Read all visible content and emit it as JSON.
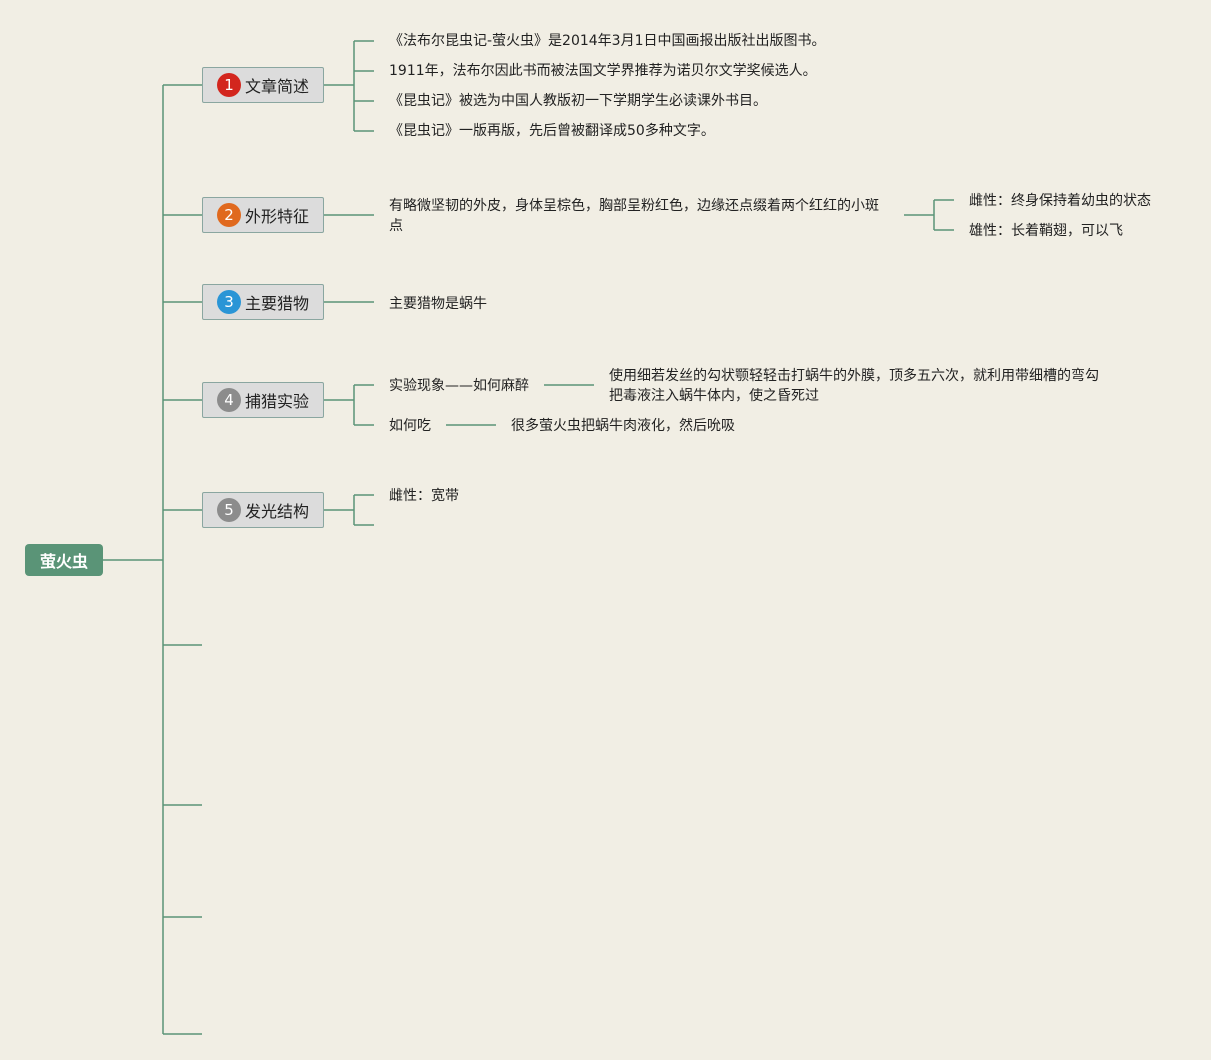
{
  "root": {
    "label": "萤火虫"
  },
  "colors": {
    "line": "#5a9477",
    "root_bg": "#5a9477",
    "branch_bg": "#dcdcdc",
    "background": "#f1eee4"
  },
  "branches": [
    {
      "num": "1",
      "num_color": "#d3261e",
      "label": "文章简述",
      "children": [
        "《法布尔昆虫记-萤火虫》是2014年3月1日中国画报出版社出版图书。",
        "1911年，法布尔因此书而被法国文学界推荐为诺贝尔文学奖候选人。",
        "《昆虫记》被选为中国人教版初一下学期学生必读课外书目。",
        "《昆虫记》一版再版，先后曾被翻译成50多种文字。"
      ]
    },
    {
      "num": "2",
      "num_color": "#e0691e",
      "label": "外形特征",
      "children": [
        "有略微坚韧的外皮，身体呈棕色，胸部呈粉红色，边缘还点缀着两个红红的小斑点"
      ],
      "grandchildren": [
        "雌性：终身保持着幼虫的状态",
        "雄性：长着鞘翅，可以飞"
      ]
    },
    {
      "num": "3",
      "num_color": "#2a95d6",
      "label": "主要猎物",
      "children": [
        "主要猎物是蜗牛"
      ]
    },
    {
      "num": "4",
      "num_color": "#8c8c8c",
      "label": "捕猎实验",
      "children": [
        "实验现象——如何麻醉",
        "如何吃"
      ],
      "grandchildren": [
        "使用细若发丝的勾状颚轻轻击打蜗牛的外膜，顶多五六次，就利用带细槽的弯勾把毒液注入蜗牛体内，使之昏死过",
        "很多萤火虫把蜗牛肉液化，然后吮吸"
      ]
    },
    {
      "num": "5",
      "num_color": "#8c8c8c",
      "label": "发光结构",
      "children": [
        "雌性：宽带"
      ]
    }
  ]
}
